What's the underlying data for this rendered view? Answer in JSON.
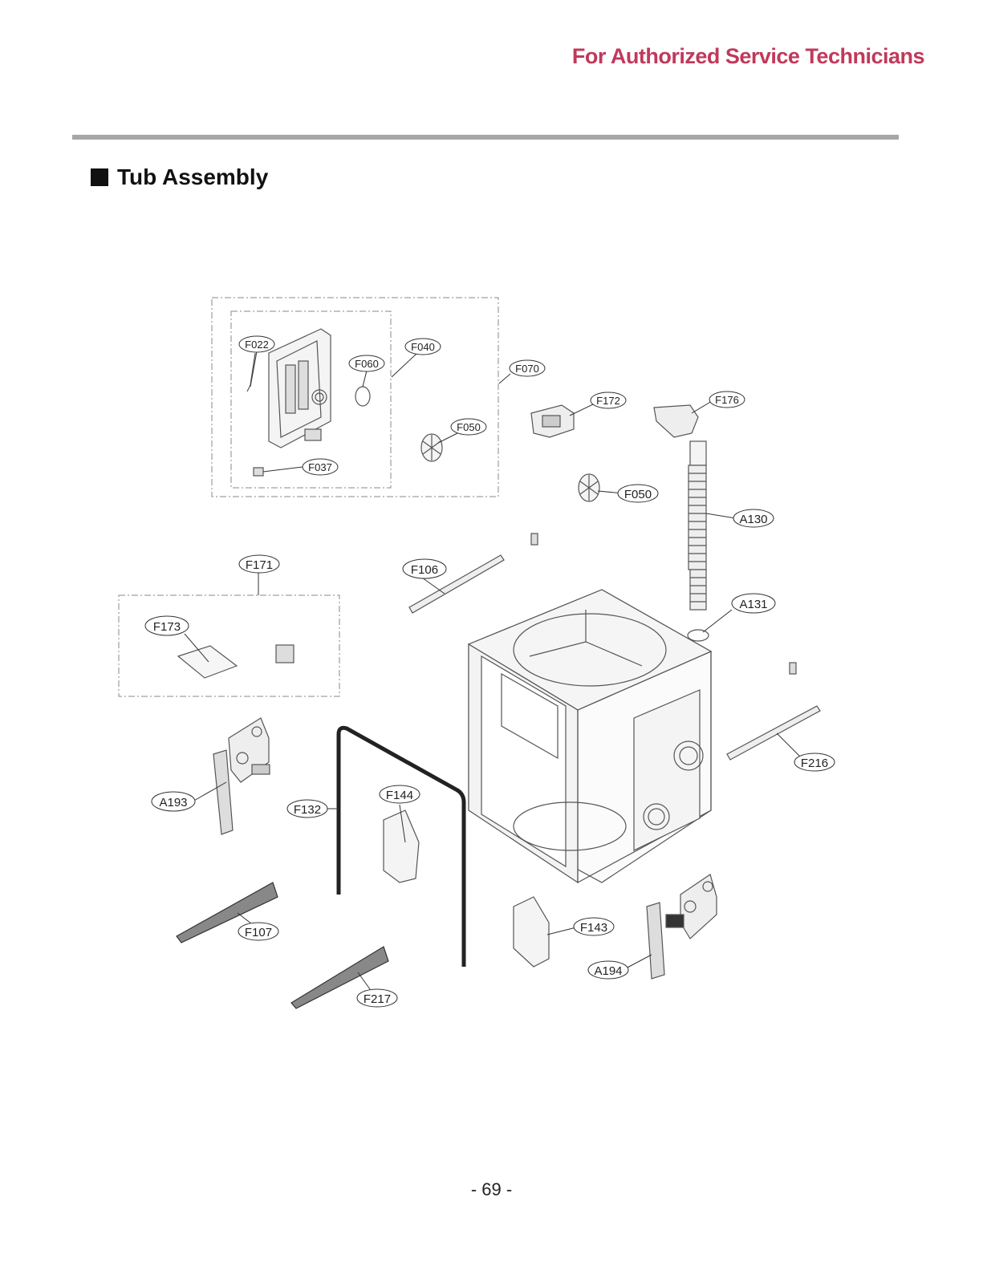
{
  "header": {
    "note": "For Authorized Service Technicians"
  },
  "section": {
    "title": "Tub Assembly",
    "icon": "square-bullet-icon"
  },
  "callouts": {
    "F022": "F022",
    "F040": "F040",
    "F060": "F060",
    "F070": "F070",
    "F050a": "F050",
    "F050b": "F050",
    "F037": "F037",
    "F172": "F172",
    "F176": "F176",
    "A130": "A130",
    "A131": "A131",
    "F171": "F171",
    "F106": "F106",
    "F173": "F173",
    "F216": "F216",
    "A193": "A193",
    "F132": "F132",
    "F144": "F144",
    "F107": "F107",
    "F143": "F143",
    "A194": "A194",
    "F217": "F217"
  },
  "footer": {
    "page_number": "- 69 -"
  }
}
